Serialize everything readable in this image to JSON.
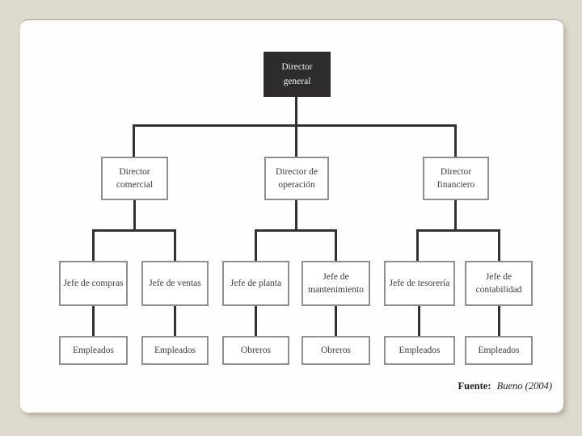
{
  "slide": {
    "source_label": "Fuente:",
    "source_value": "Bueno  (2004)"
  },
  "org": {
    "root": {
      "label": "Director general"
    },
    "directors": [
      {
        "label": "Director comercial"
      },
      {
        "label": "Director de operación"
      },
      {
        "label": "Director financiero"
      }
    ],
    "managers": [
      {
        "label": "Jefe de compras"
      },
      {
        "label": "Jefe de ventas"
      },
      {
        "label": "Jefe de planta"
      },
      {
        "label": "Jefe de mantenimiento"
      },
      {
        "label": "Jefe de tesorería"
      },
      {
        "label": "Jefe de contabilidad"
      }
    ],
    "staff": [
      {
        "label": "Empleados"
      },
      {
        "label": "Empleados"
      },
      {
        "label": "Obreros"
      },
      {
        "label": "Obreros"
      },
      {
        "label": "Empleados"
      },
      {
        "label": "Empleados"
      }
    ]
  },
  "colors": {
    "background": "#dedace",
    "card": "#fefefe",
    "dark_node": "#2e2b2c",
    "node_border": "#8f8f8f",
    "connector": "#343132",
    "text": "#3d3c3c"
  }
}
